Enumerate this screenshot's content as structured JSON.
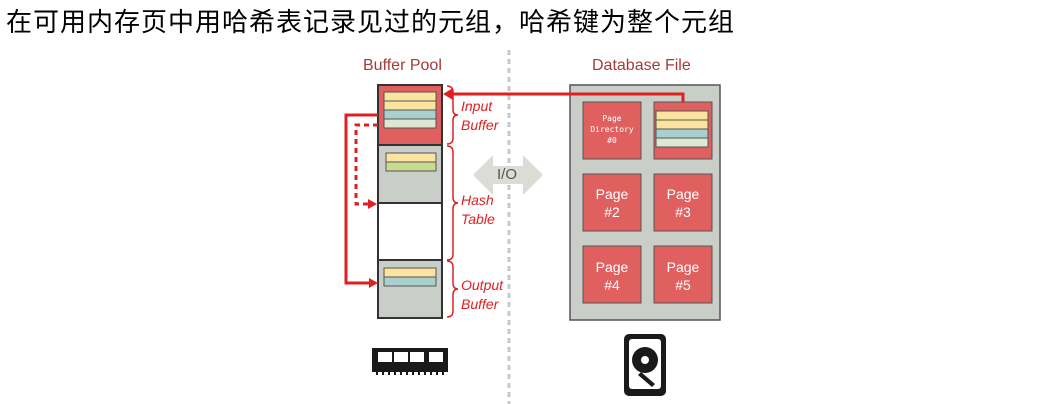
{
  "title": "在可用内存页中用哈希表记录见过的元组，哈希键为整个元组",
  "buffer_pool": {
    "label": "Buffer Pool",
    "annotations": {
      "input_1": "Input",
      "input_2": "Buffer",
      "hash_1": "Hash",
      "hash_2": "Table",
      "output_1": "Output",
      "output_2": "Buffer"
    }
  },
  "io_label": "I/O",
  "database_file": {
    "label": "Database File",
    "page_directory": [
      "Page",
      "Directory",
      "#0"
    ],
    "pages": [
      {
        "line1": "Page",
        "line2": "#2"
      },
      {
        "line1": "Page",
        "line2": "#3"
      },
      {
        "line1": "Page",
        "line2": "#4"
      },
      {
        "line1": "Page",
        "line2": "#5"
      }
    ]
  },
  "icons": [
    "memory-icon",
    "hard-disk-icon"
  ],
  "colors": {
    "accent_red": "#e02020",
    "label_red": "#a63a3a",
    "page_red": "#e06060",
    "tuple_yellow": "#fbe3a0",
    "tuple_green": "#c8dc90",
    "tuple_teal": "#a9cfcf",
    "tuple_light": "#dde8d4",
    "panel_gray": "#c9cfc8"
  }
}
